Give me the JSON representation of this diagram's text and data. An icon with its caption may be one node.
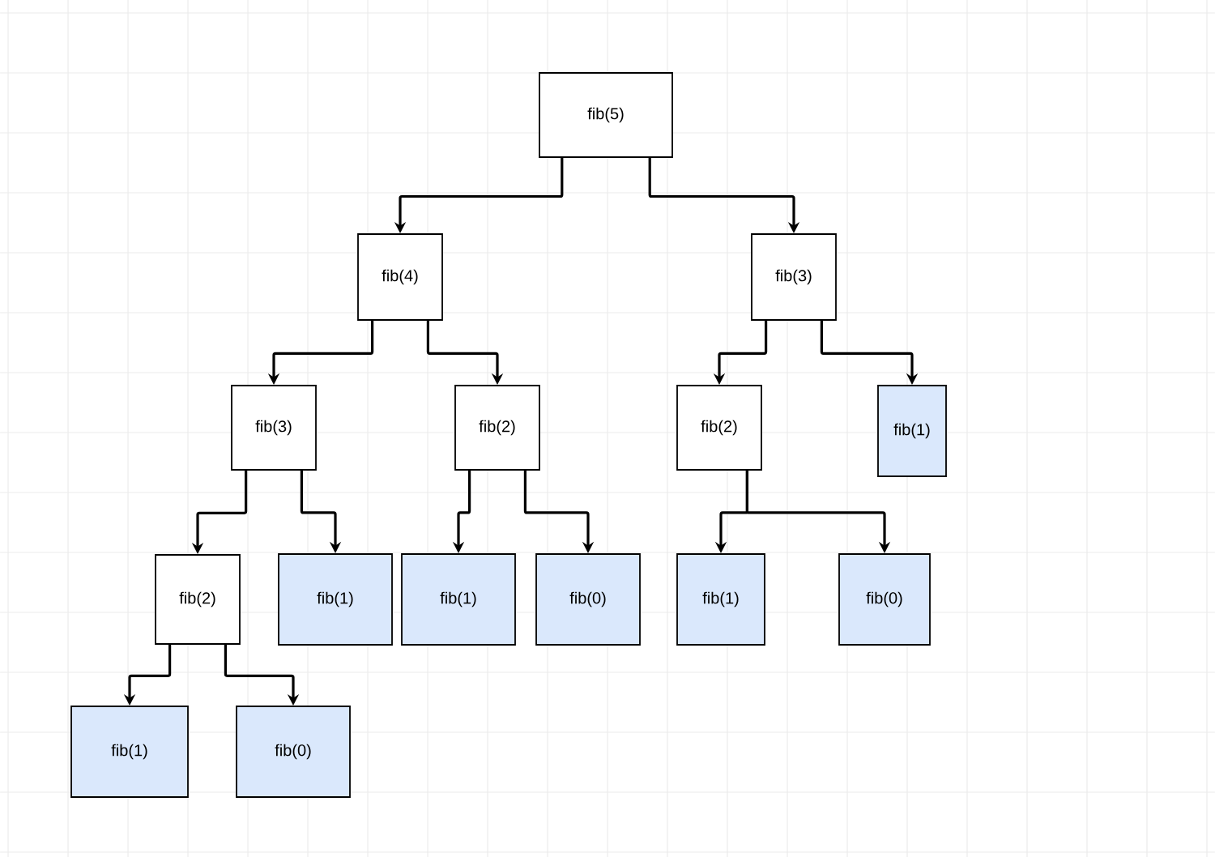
{
  "diagram": {
    "nodes": [
      {
        "text": [
          "fib(5)"
        ]
      },
      {
        "text": [
          "fib(4)"
        ]
      },
      {
        "text": [
          "fib(3)"
        ]
      },
      {
        "text": [
          "fib(3)"
        ]
      },
      {
        "text": [
          "fib(2)"
        ]
      },
      {
        "text": [
          "fib(2)"
        ]
      },
      {
        "text": [
          "fib(1)"
        ]
      },
      {
        "text": [
          "fib(2)"
        ]
      },
      {
        "text": [
          "fib(1)"
        ]
      },
      {
        "text": [
          "fib(1)"
        ]
      },
      {
        "text": [
          "fib(0)"
        ]
      },
      {
        "text": [
          "fib(1)"
        ]
      },
      {
        "text": [
          "fib(0)"
        ]
      },
      {
        "text": [
          "fib(1)"
        ]
      },
      {
        "text": [
          "fib(0)"
        ]
      }
    ],
    "edges": [
      {
        "from": 0,
        "to": 1,
        "arrow": "to"
      },
      {
        "from": 0,
        "to": 2,
        "arrow": "to"
      },
      {
        "from": 1,
        "to": 3,
        "arrow": "to"
      },
      {
        "from": 1,
        "to": 4,
        "arrow": "to"
      },
      {
        "from": 2,
        "to": 5,
        "arrow": "to"
      },
      {
        "from": 2,
        "to": 6,
        "arrow": "to"
      },
      {
        "from": 3,
        "to": 7,
        "arrow": "to"
      },
      {
        "from": 3,
        "to": 8,
        "arrow": "to"
      },
      {
        "from": 4,
        "to": 9,
        "arrow": "to"
      },
      {
        "from": 4,
        "to": 10,
        "arrow": "to"
      },
      {
        "from": 5,
        "to": 11,
        "arrow": "to"
      },
      {
        "from": 5,
        "to": 12,
        "arrow": "to"
      },
      {
        "from": 7,
        "to": 13,
        "arrow": "to"
      },
      {
        "from": 7,
        "to": 14,
        "arrow": "to"
      }
    ]
  }
}
